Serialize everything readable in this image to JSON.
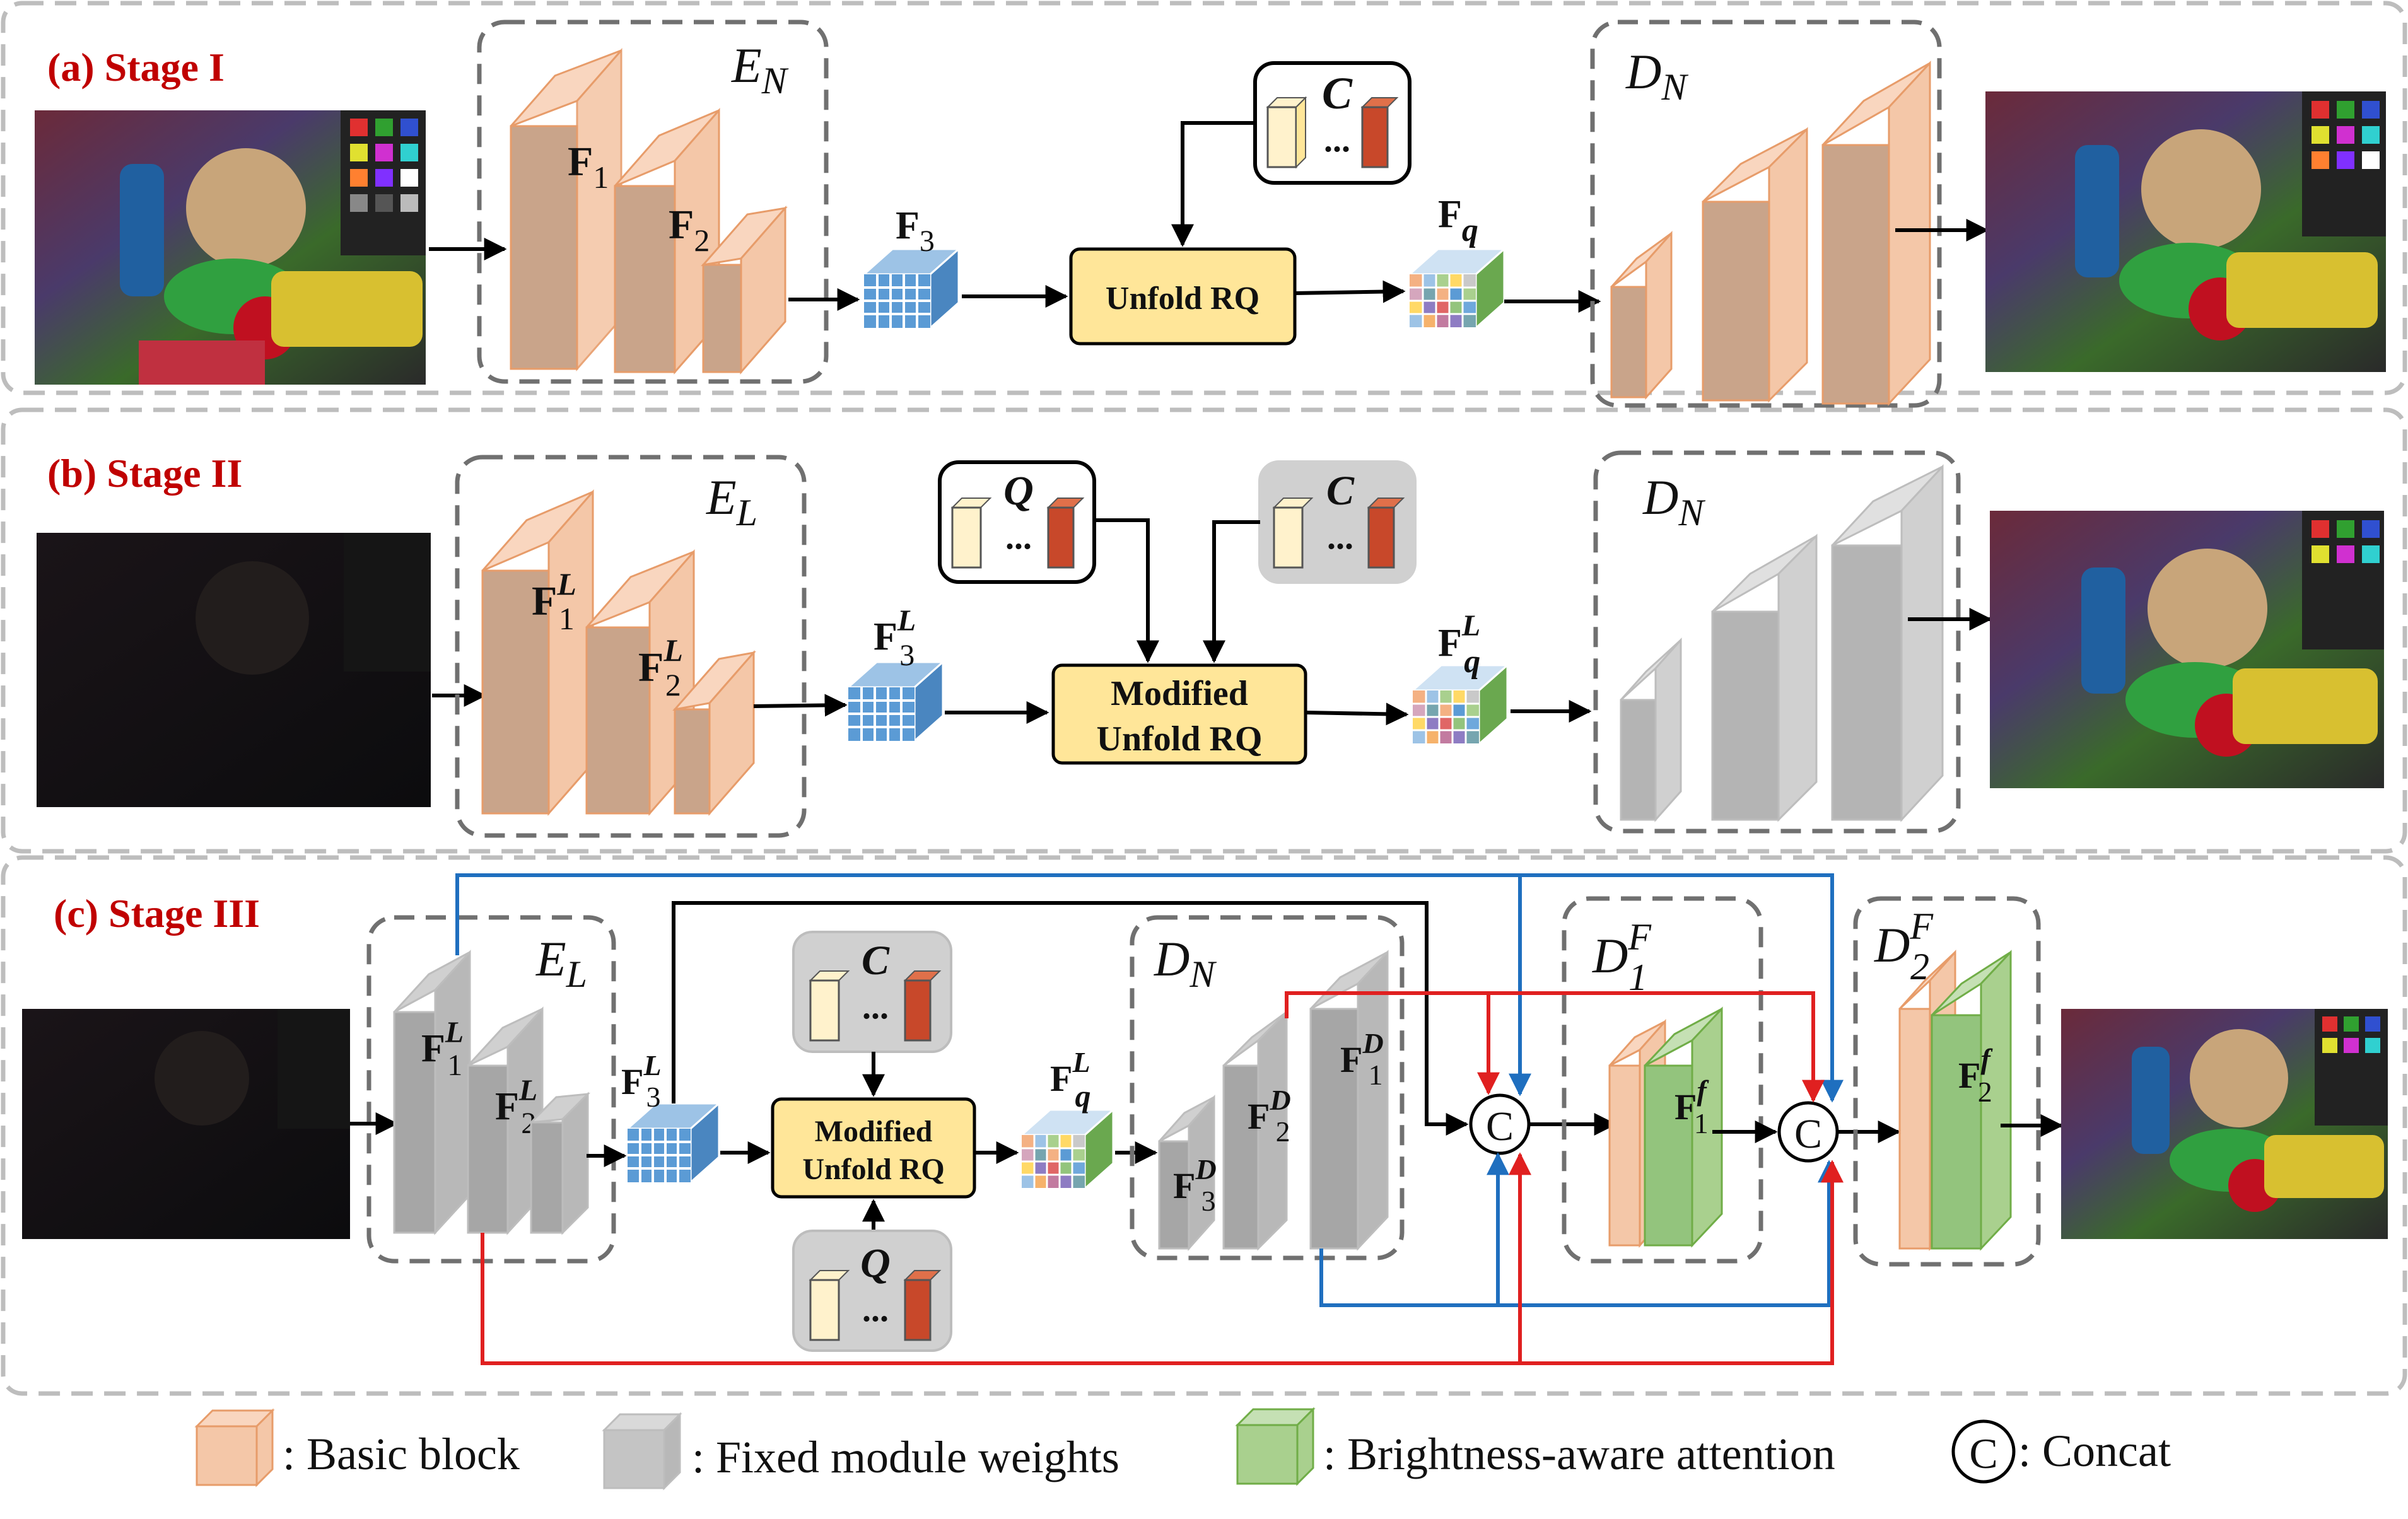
{
  "colors": {
    "stage_label": "#c00000",
    "basic_block": "#f4c7a8",
    "fixed_block": "#c4c4c4",
    "attention_block": "#a9d08e",
    "feature_grid": "#5b9bd5",
    "rq_box": "#ffe699",
    "codebook_box_active": "#ffffff",
    "codebook_box_fixed": "#d0d0d0",
    "blue_skip": "#1f6fbf",
    "red_skip": "#e02020",
    "arrows": "#000000",
    "dashed_frame": "#808080"
  },
  "stages": [
    {
      "label": "(a) Stage I",
      "encoder": {
        "name": "E",
        "sub": "N"
      },
      "decoder": {
        "name": "D",
        "sub": "N"
      },
      "features": [
        {
          "base": "F",
          "sub": "1",
          "sup": ""
        },
        {
          "base": "F",
          "sub": "2",
          "sup": ""
        }
      ],
      "grid_feature": {
        "base": "F",
        "sub": "3",
        "sup": ""
      },
      "quant_feature": {
        "base": "F",
        "sub": "q",
        "sup": ""
      },
      "rq_label": [
        "Unfold RQ"
      ],
      "codebook": {
        "symbol": "C",
        "dots": "..."
      },
      "input_image": "normal-light photo",
      "output_image": "reconstructed photo"
    },
    {
      "label": "(b) Stage II",
      "encoder": {
        "name": "E",
        "sub": "L"
      },
      "decoder": {
        "name": "D",
        "sub": "N"
      },
      "features": [
        {
          "base": "F",
          "sub": "1",
          "sup": "L"
        },
        {
          "base": "F",
          "sub": "2",
          "sup": "L"
        }
      ],
      "grid_feature": {
        "base": "F",
        "sub": "3",
        "sup": "L"
      },
      "quant_feature": {
        "base": "F",
        "sub": "q",
        "sup": "L"
      },
      "rq_label": [
        "Modified",
        "Unfold RQ"
      ],
      "codebooks": [
        {
          "symbol": "Q",
          "dots": "..."
        },
        {
          "symbol": "C",
          "dots": "..."
        }
      ]
    },
    {
      "label": "(c) Stage III",
      "encoder": {
        "name": "E",
        "sub": "L"
      },
      "decoder": {
        "name": "D",
        "sub": "N"
      },
      "features": [
        {
          "base": "F",
          "sub": "1",
          "sup": "L"
        },
        {
          "base": "F",
          "sub": "2",
          "sup": "L"
        }
      ],
      "grid_feature": {
        "base": "F",
        "sub": "3",
        "sup": "L"
      },
      "quant_feature": {
        "base": "F",
        "sub": "q",
        "sup": "L"
      },
      "decoder_features": [
        {
          "base": "F",
          "sub": "3",
          "sup": "D"
        },
        {
          "base": "F",
          "sub": "2",
          "sup": "D"
        },
        {
          "base": "F",
          "sub": "1",
          "sup": "D"
        }
      ],
      "fusion_blocks": [
        {
          "name": "D",
          "sub": "1",
          "sup": "F",
          "feature": {
            "base": "F",
            "sub": "1",
            "sup": "f"
          }
        },
        {
          "name": "D",
          "sub": "2",
          "sup": "F",
          "feature": {
            "base": "F",
            "sub": "2",
            "sup": "f"
          }
        }
      ],
      "rq_label": [
        "Modified",
        "Unfold RQ"
      ],
      "codebooks": [
        {
          "symbol": "C",
          "dots": "..."
        },
        {
          "symbol": "Q",
          "dots": "..."
        }
      ],
      "concat_symbol": "C"
    }
  ],
  "legend": [
    {
      "kind": "basic",
      "text": ": Basic block"
    },
    {
      "kind": "fixed",
      "text": ": Fixed module weights"
    },
    {
      "kind": "attention",
      "text": ": Brightness-aware attention"
    },
    {
      "kind": "concat",
      "symbol": "C",
      "text": ": Concat"
    }
  ]
}
